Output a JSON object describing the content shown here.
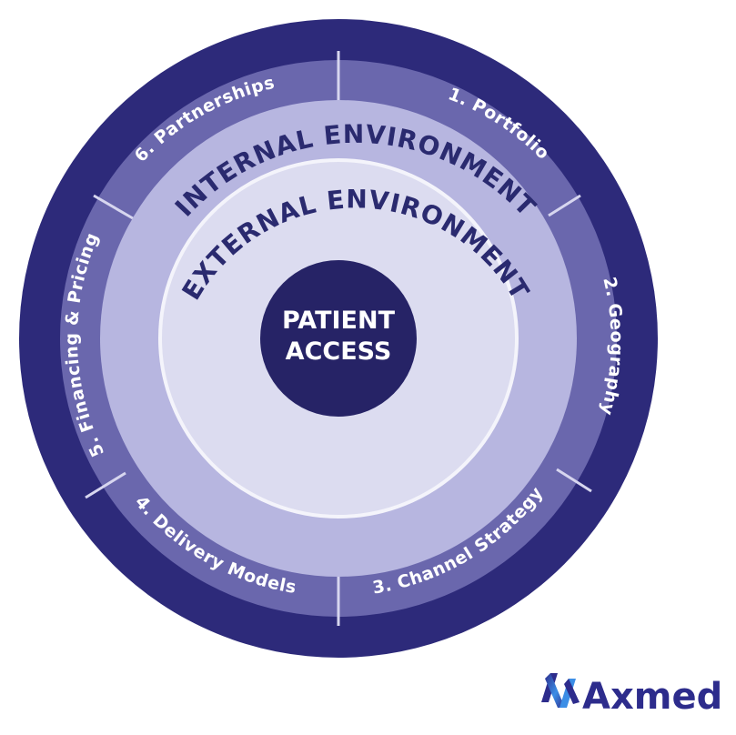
{
  "diagram": {
    "outer_title": "ACCESS AMBITION",
    "segments": [
      "1. Portfolio",
      "2. Geography",
      "3. Channel Strategy",
      "4. Delivery Models",
      "5. Financing & Pricing",
      "6. Partnerships"
    ],
    "internal_label": "INTERNAL ENVIRONMENT",
    "external_label": "EXTERNAL ENVIRONMENT",
    "core_line1": "PATIENT",
    "core_line2": "ACCESS"
  },
  "brand": {
    "name": "Axmed",
    "logo_icon": "axmed-logo-icon"
  },
  "colors": {
    "outer_ring": "#2d2a7a",
    "segment_ring": "#6a67ad",
    "internal_band": "#b7b6e0",
    "external_band": "#dcdcf0",
    "core": "#262366",
    "brand": "#2d2c8c",
    "brand_accent": "#3c8ee6"
  }
}
